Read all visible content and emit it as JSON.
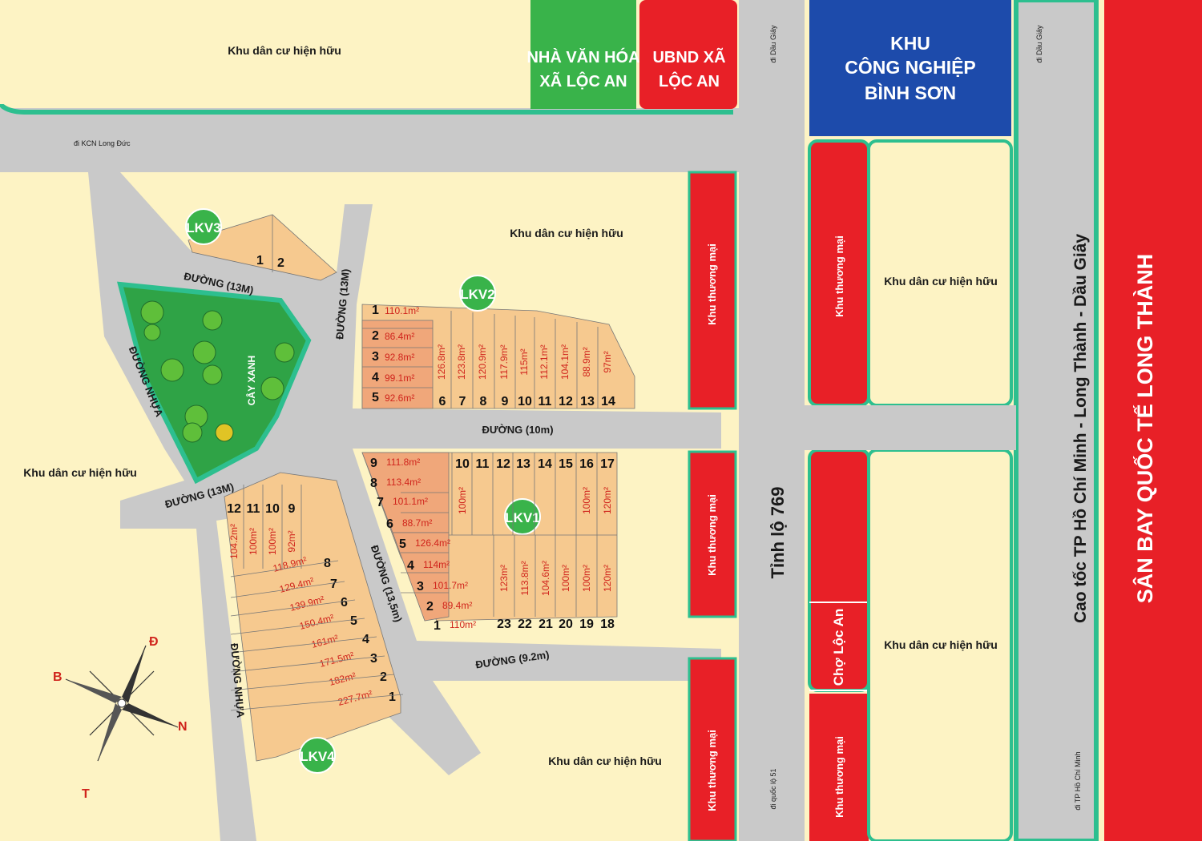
{
  "map": {
    "labels": {
      "residential": "Khu dân cư hiện hữu",
      "commercial": "Khu thương mại",
      "culture_house": [
        "NHÀ VĂN HÓA",
        "XÃ LỘC AN"
      ],
      "ubnd": [
        "UBND XÃ",
        "LỘC AN"
      ],
      "industrial": [
        "KHU",
        "CÔNG NGHIỆP",
        "BÌNH SƠN"
      ],
      "airport": "SÂN BAY QUỐC TẾ LONG THÀNH",
      "expressway": "Cao tốc TP Hồ Chí Minh - Long Thành - Dầu Giây",
      "provincial_road": "Tỉnh lộ 769",
      "market": "Chợ Lộc An",
      "green": "CÂY XANH",
      "to_kcn": "đi KCN Long Đức",
      "to_daugiay": "đi Dầu Giây",
      "to_ql51": "đi quốc lộ 51",
      "to_hcm": "đi TP Hồ Chí Minh"
    },
    "roads": {
      "r13_top": "ĐƯỜNG (13M)",
      "r13_vert": "ĐƯỜNG (13M)",
      "r10": "ĐƯỜNG (10m)",
      "r13_left": "ĐƯỜNG (13M)",
      "r135": "ĐƯỜNG (13,5m)",
      "r92": "ĐƯỜNG (9.2m)",
      "nhua1": "ĐƯỜNG NHỰA",
      "nhua2": "ĐƯỜNG NHỰA"
    },
    "blocks": {
      "lkv1": "LKV1",
      "lkv2": "LKV2",
      "lkv3": "LKV3",
      "lkv4": "LKV4"
    },
    "lkv3_lots": [
      "1",
      "2"
    ],
    "lkv2_left": [
      {
        "n": "1",
        "a": "110.1m²"
      },
      {
        "n": "2",
        "a": "86.4m²"
      },
      {
        "n": "3",
        "a": "92.8m²"
      },
      {
        "n": "4",
        "a": "99.1m²"
      },
      {
        "n": "5",
        "a": "92.6m²"
      }
    ],
    "lkv2_bottom": [
      {
        "n": "6",
        "a": "126.8m²"
      },
      {
        "n": "7",
        "a": "123.8m²"
      },
      {
        "n": "8",
        "a": "120.9m²"
      },
      {
        "n": "9",
        "a": "117.9m²"
      },
      {
        "n": "10",
        "a": "115m²"
      },
      {
        "n": "11",
        "a": "112.1m²"
      },
      {
        "n": "12",
        "a": "104.1m²"
      },
      {
        "n": "13",
        "a": "88.9m²"
      },
      {
        "n": "14",
        "a": "97m²"
      }
    ],
    "lkv1_left": [
      {
        "n": "9",
        "a": "111.8m²"
      },
      {
        "n": "8",
        "a": "113.4m²"
      },
      {
        "n": "7",
        "a": "101.1m²"
      },
      {
        "n": "6",
        "a": "88.7m²"
      },
      {
        "n": "5",
        "a": "126.4m²"
      },
      {
        "n": "4",
        "a": "114m²"
      },
      {
        "n": "3",
        "a": "101.7m²"
      },
      {
        "n": "2",
        "a": "89.4m²"
      },
      {
        "n": "1",
        "a": "110m²"
      }
    ],
    "lkv1_top": [
      "10",
      "11",
      "12",
      "13",
      "14",
      "15",
      "16",
      "17"
    ],
    "lkv1_bottom": [
      "23",
      "22",
      "21",
      "20",
      "19",
      "18"
    ],
    "lkv1_top_areas": [
      "100m²",
      "100m²",
      "120m²"
    ],
    "lkv1_bottom_areas": [
      "123m²",
      "113.8m²",
      "104.6m²",
      "100m²",
      "100m²",
      "120m²"
    ],
    "lkv4_top": [
      {
        "n": "12",
        "a": "104.2m²"
      },
      {
        "n": "11",
        "a": "100m²"
      },
      {
        "n": "10",
        "a": "100m²"
      },
      {
        "n": "9",
        "a": "92m²"
      }
    ],
    "lkv4_lots": [
      {
        "n": "8",
        "a": "118.9m²"
      },
      {
        "n": "7",
        "a": "129.4m²"
      },
      {
        "n": "6",
        "a": "139.9m²"
      },
      {
        "n": "5",
        "a": "150.4m²"
      },
      {
        "n": "4",
        "a": "161m²"
      },
      {
        "n": "3",
        "a": "171.5m²"
      },
      {
        "n": "2",
        "a": "182m²"
      },
      {
        "n": "1",
        "a": "227.7m²"
      }
    ],
    "compass": {
      "n": "Đ",
      "e": "N",
      "s": "T",
      "w": "B"
    }
  }
}
